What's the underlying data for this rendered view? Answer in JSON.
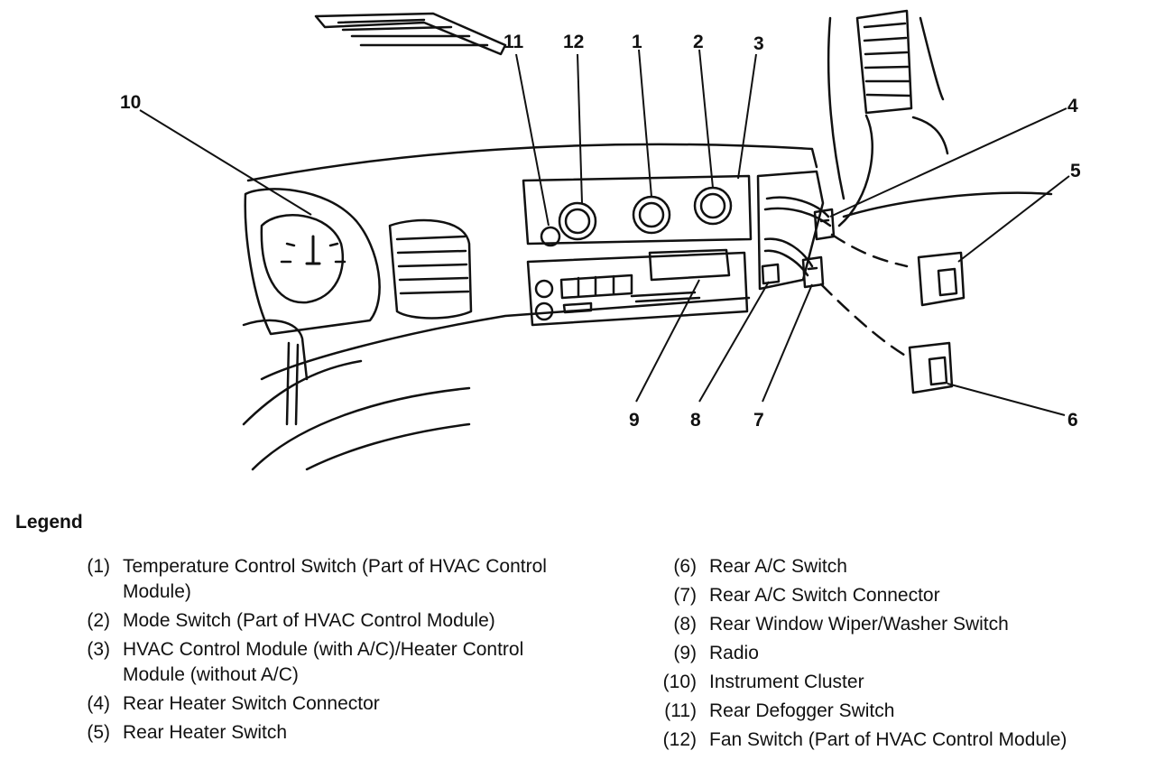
{
  "callouts": [
    "1",
    "2",
    "3",
    "4",
    "5",
    "6",
    "7",
    "8",
    "9",
    "10",
    "11",
    "12"
  ],
  "legend": {
    "title": "Legend",
    "left": [
      {
        "num": "(1)",
        "text": "Temperature Control Switch (Part of HVAC Control Module)"
      },
      {
        "num": "(2)",
        "text": "Mode Switch (Part of HVAC Control Module)"
      },
      {
        "num": "(3)",
        "text": "HVAC Control Module (with A/C)/Heater Control Module (without A/C)"
      },
      {
        "num": "(4)",
        "text": "Rear Heater Switch Connector"
      },
      {
        "num": "(5)",
        "text": "Rear Heater Switch"
      }
    ],
    "right": [
      {
        "num": "(6)",
        "text": "Rear A/C Switch"
      },
      {
        "num": "(7)",
        "text": "Rear A/C Switch Connector"
      },
      {
        "num": "(8)",
        "text": "Rear Window Wiper/Washer Switch"
      },
      {
        "num": "(9)",
        "text": "Radio"
      },
      {
        "num": "(10)",
        "text": "Instrument Cluster"
      },
      {
        "num": "(11)",
        "text": "Rear Defogger Switch"
      },
      {
        "num": "(12)",
        "text": "Fan Switch (Part of HVAC Control Module)"
      }
    ]
  }
}
